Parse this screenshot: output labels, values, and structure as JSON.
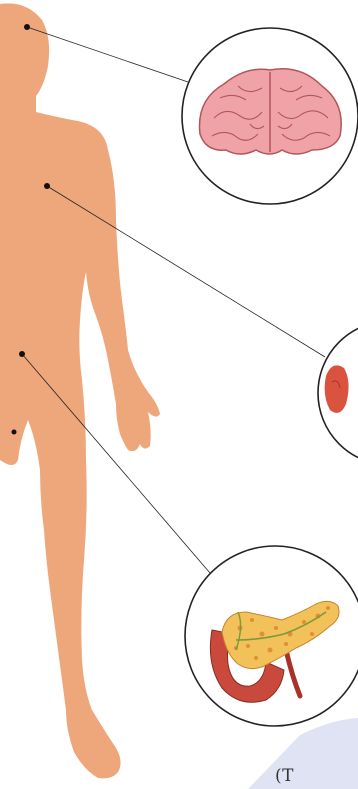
{
  "image": {
    "kind": "anatomy callout illustration",
    "colors": {
      "skin": "#eea67b",
      "circle_stroke": "#222222",
      "connector": "#222222",
      "brain_fill": "#f0a3a6",
      "brain_stroke": "#b3555b",
      "pancreas_fill": "#f2c15a",
      "pancreas_dots": "#e08f36",
      "duodenum": "#c94a3c",
      "panel_bg": "#dfe3f3"
    },
    "callouts": [
      {
        "organ": "brain",
        "icon": "brain-icon"
      },
      {
        "organ": "stomach",
        "icon": "stomach-icon"
      },
      {
        "organ": "pancreas",
        "icon": "pancreas-icon"
      }
    ],
    "clipped_text": "(T"
  }
}
